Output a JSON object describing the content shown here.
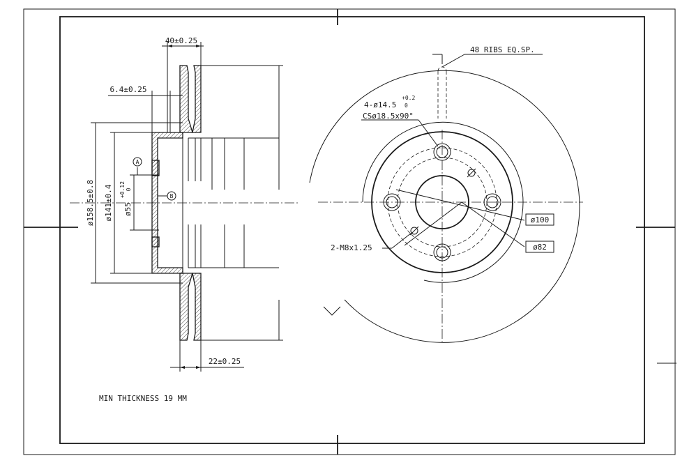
{
  "notes": {
    "min_thickness": "MIN THICKNESS 19 MM",
    "ribs": "48 RIBS EQ.SP."
  },
  "datums": {
    "a": "A",
    "b": "B"
  },
  "side_view": {
    "overall_thickness": "40±0.25",
    "hat_offset": "6.4±0.25",
    "inner_width": "22±0.25",
    "dia_outer": "ø158.5±0.8",
    "dia_mid": "ø141±0.4",
    "dia_center": "ø55",
    "dia_center_tol_upper": "+0.12",
    "dia_center_tol_lower": "0"
  },
  "front_view": {
    "holes": "4-ø14.5",
    "holes_tol_upper": "+0.2",
    "holes_tol_lower": "0",
    "countersink": "CSø18.5x90°",
    "threads": "2-M8x1.25",
    "pcd": "ø100",
    "pcd_inner": "ø82"
  }
}
